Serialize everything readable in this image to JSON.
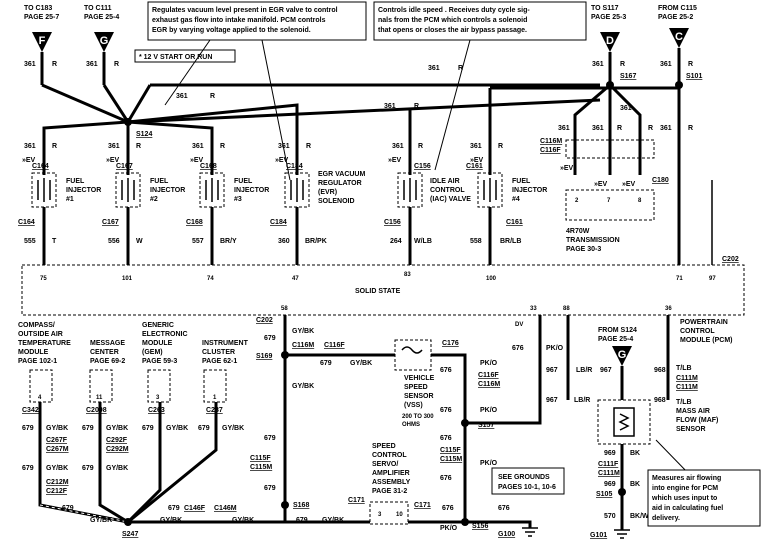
{
  "notes": {
    "evr": [
      "Regulates vacuum level present in EGR valve to control",
      "exhaust gas flow into intake manifold. PCM controls",
      "EGR by varying voltage applied to the solenoid."
    ],
    "iac": [
      "Controls idle speed . Receives duty cycle sig-",
      "nals from the PCM which controls a solenoid",
      "that opens or closes the air bypass passage."
    ],
    "maf": [
      "Measures air flowing",
      "into engine for PCM",
      "which uses input to",
      "aid in calculating fuel",
      "delivery."
    ],
    "start_run": "* 12 V START OR RUN"
  },
  "refs": {
    "c183": [
      "TO C183",
      "PAGE 25-7"
    ],
    "c111": [
      "TO C111",
      "PAGE 25-4"
    ],
    "s117": [
      "TO S117",
      "PAGE 25-3"
    ],
    "c115": [
      "FROM C115",
      "PAGE 25-2"
    ],
    "s124": [
      "FROM S124",
      "PAGE 25-4"
    ]
  },
  "connectors_top": {
    "F": "F",
    "G": "G",
    "D": "D",
    "C": "C",
    "G2": "G"
  },
  "wires": {
    "w361": "361",
    "r": "R",
    "w967": "967",
    "w968": "968",
    "lbr": "LB/R",
    "tlb": "T/LB",
    "w969": "969",
    "w570": "570",
    "bk": "BK",
    "bkw": "BK/W",
    "w676": "676",
    "pko": "PK/O",
    "w679": "679",
    "gybk": "GY/BK",
    "ev": "»EV"
  },
  "splices": {
    "s124": "S124",
    "s167": "S167",
    "s101": "S101",
    "s169": "S169",
    "s168": "S168",
    "s247": "S247",
    "s157": "S157",
    "s156": "S156",
    "s105": "S105",
    "g100": "G100",
    "g101": "G101",
    "c202": "C202",
    "c171": "C171",
    "c146f": "C146F",
    "c146m": "C146M",
    "c116m": "C116M",
    "c116f": "C116F",
    "c180": "C180",
    "c176": "C176",
    "c115f": "C115F",
    "c115m": "C115M",
    "c111f": "C111F",
    "c111m": "C111M",
    "c267f": "C267F",
    "c267m": "C267M",
    "c212m": "C212M",
    "c212f": "C212F",
    "c292f": "C292F",
    "c292m": "C292M",
    "c342": "C342",
    "c2008": "C2008",
    "c263": "C263",
    "c287": "C287"
  },
  "components": [
    {
      "id": "inj1",
      "conn": "C164",
      "name": [
        "FUEL",
        "INJECTOR",
        "#1"
      ],
      "wire": "555",
      "color": "T",
      "pin": "75"
    },
    {
      "id": "inj2",
      "conn": "C167",
      "name": [
        "FUEL",
        "INJECTOR",
        "#2"
      ],
      "wire": "556",
      "color": "W",
      "pin": "101"
    },
    {
      "id": "inj3",
      "conn": "C168",
      "name": [
        "FUEL",
        "INJECTOR",
        "#3"
      ],
      "wire": "557",
      "color": "BR/Y",
      "pin": "74"
    },
    {
      "id": "evr",
      "conn": "C184",
      "name": [
        "EGR VACUUM",
        "REGULATOR",
        "(EVR)",
        "SOLENOID"
      ],
      "wire": "360",
      "color": "BR/PK",
      "pin": "47"
    },
    {
      "id": "iac",
      "conn": "C156",
      "name": [
        "IDLE AIR",
        "CONTROL",
        "(IAC) VALVE"
      ],
      "wire": "264",
      "color": "W/LB",
      "pin": "83"
    },
    {
      "id": "inj4",
      "conn": "C161",
      "name": [
        "FUEL",
        "INJECTOR",
        "#4"
      ],
      "wire": "558",
      "color": "BR/LB",
      "pin": "100"
    }
  ],
  "pcm": {
    "label": "SOLID STATE",
    "pins_top": [
      "71",
      "97"
    ],
    "pins_bottom": [
      "58",
      "33",
      "88",
      "36"
    ],
    "dv": "DV",
    "name": [
      "POWERTRAIN",
      "CONTROL",
      "MODULE (PCM)"
    ]
  },
  "transmission": {
    "name": [
      "4R70W",
      "TRANSMISSION",
      "PAGE 30-3"
    ],
    "pins": [
      "2",
      "7",
      "8"
    ]
  },
  "modules": [
    {
      "id": "cluster",
      "name": [
        "INSTRUMENT",
        "CLUSTER",
        "PAGE 62-1"
      ],
      "pin": "1"
    },
    {
      "id": "gem",
      "name": [
        "GENERIC",
        "ELECTRONIC",
        "MODULE",
        "(GEM)",
        "PAGE 59-3"
      ],
      "pin": "3"
    },
    {
      "id": "msgcenter",
      "name": [
        "MESSAGE",
        "CENTER",
        "PAGE 69-2"
      ],
      "pin": "11"
    },
    {
      "id": "compass",
      "name": [
        "COMPASS/",
        "OUTSIDE AIR",
        "TEMPERATURE",
        "MODULE",
        "PAGE 102-1"
      ],
      "pin": "4"
    }
  ],
  "vss": {
    "name": [
      "VEHICLE",
      "SPEED",
      "SENSOR",
      "(VSS)"
    ],
    "ohms": [
      "200 TO 300",
      "OHMS"
    ]
  },
  "speed_control": {
    "name": [
      "SPEED",
      "CONTROL",
      "SERVO/",
      "AMPLIFIER",
      "ASSEMBLY",
      "PAGE 31-2"
    ],
    "pins": [
      "3",
      "10"
    ]
  },
  "maf_sensor": {
    "name": [
      "T/LB",
      "MASS AIR",
      "FLOW (MAF)",
      "SENSOR"
    ]
  },
  "grounds": {
    "title": "SEE GROUNDS",
    "pages": "PAGES 10-1, 10-6"
  }
}
